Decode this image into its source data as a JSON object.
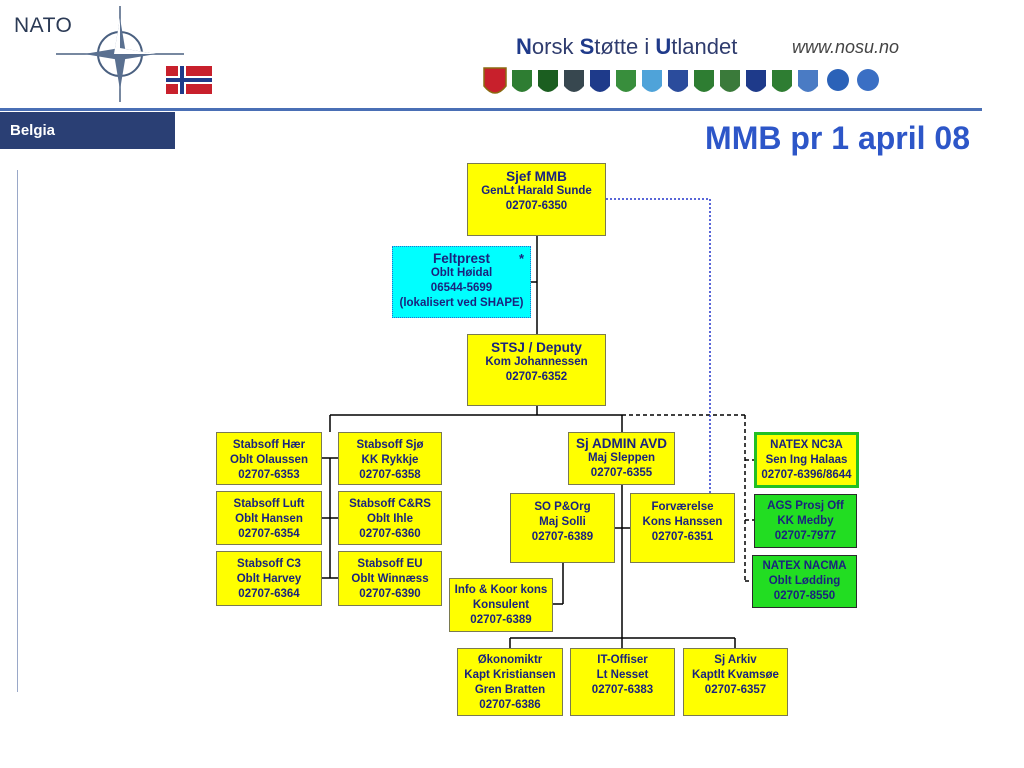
{
  "header": {
    "nato_label": "NATO",
    "nosu_title_parts": [
      "N",
      "orsk ",
      "S",
      "tøtte i ",
      "U",
      "tlandet"
    ],
    "nosu_url": "www.nosu.no"
  },
  "sidebar_tab": "Belgia",
  "slide_title": "MMB pr 1 april 08",
  "boxes": {
    "sjef": {
      "title": "Sjef MMB",
      "lines": [
        "GenLt Harald Sunde",
        "02707-6350"
      ]
    },
    "feltprest": {
      "title": "Feltprest",
      "star": "*",
      "lines": [
        "Oblt Høidal",
        "06544-5699",
        "(lokalisert ved SHAPE)"
      ]
    },
    "stsj": {
      "title": "STSJ / Deputy",
      "lines": [
        "Kom Johannessen",
        "02707-6352"
      ]
    },
    "stab_haer": {
      "lines": [
        "Stabsoff Hær",
        "Oblt Olaussen",
        "02707-6353"
      ]
    },
    "stab_sjo": {
      "lines": [
        "Stabsoff Sjø",
        "KK Rykkje",
        "02707-6358"
      ]
    },
    "stab_luft": {
      "lines": [
        "Stabsoff Luft",
        "Oblt Hansen",
        "02707-6354"
      ]
    },
    "stab_crs": {
      "lines": [
        "Stabsoff C&RS",
        "Oblt Ihle",
        "02707-6360"
      ]
    },
    "stab_c3": {
      "lines": [
        "Stabsoff C3",
        "Oblt Harvey",
        "02707-6364"
      ]
    },
    "stab_eu": {
      "lines": [
        "Stabsoff EU",
        "Oblt Winnæss",
        "02707-6390"
      ]
    },
    "sj_admin": {
      "title": "Sj ADMIN AVD",
      "lines": [
        "Maj Sleppen",
        "02707-6355"
      ]
    },
    "so_porg": {
      "lines": [
        "SO P&Org",
        "Maj Solli",
        "02707-6389"
      ]
    },
    "forvaerelse": {
      "lines": [
        "Forværelse",
        "Kons Hanssen",
        "02707-6351"
      ]
    },
    "info_koor": {
      "lines": [
        "Info & Koor kons",
        "Konsulent",
        "02707-6389"
      ]
    },
    "okonomi": {
      "lines": [
        "Økonomiktr",
        "Kapt Kristiansen",
        "Gren Bratten",
        "02707-6386"
      ]
    },
    "it_offiser": {
      "lines": [
        "IT-Offiser",
        "Lt Nesset",
        "02707-6383"
      ]
    },
    "sj_arkiv": {
      "lines": [
        "Sj Arkiv",
        "Kaptlt Kvamsøe",
        "02707-6357"
      ]
    },
    "natex_nc3a": {
      "lines": [
        "NATEX NC3A",
        "Sen Ing Halaas",
        "02707-6396/8644"
      ]
    },
    "ags": {
      "lines": [
        "AGS Prosj Off",
        "KK Medby",
        "02707-7977"
      ]
    },
    "natex_nacma": {
      "lines": [
        "NATEX NACMA",
        "Oblt Lødding",
        "02707-8550"
      ]
    }
  },
  "colors": {
    "box_yellow": "#ffff00",
    "box_cyan": "#00ffff",
    "box_green": "#22dd22",
    "title_blue": "#2d56c8",
    "tab_navy": "#2a3f74",
    "text_navy": "#1a237e"
  },
  "icons": [
    "nato-compass-icon",
    "norwegian-flag-icon",
    "unit-badges-row-icon"
  ]
}
